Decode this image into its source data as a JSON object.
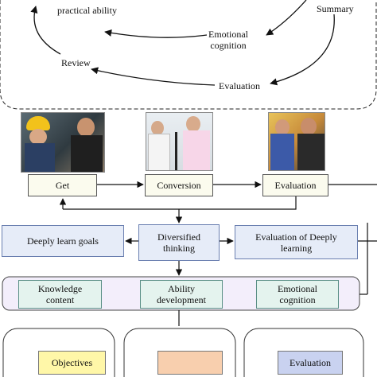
{
  "top_cycle": {
    "practical_ability": "practical ability",
    "summary": "Summary",
    "emotional_cognition": "Emotional\ncognition",
    "review": "Review",
    "evaluation": "Evaluation"
  },
  "process_row": {
    "get": "Get",
    "conversion": "Conversion",
    "evaluation": "Evaluation"
  },
  "middle_row": {
    "deeply_learn_goals": "Deeply learn goals",
    "diversified_thinking": "Diversified\nthinking",
    "evaluation_of_deeply_learning": "Evaluation of Deeply\nlearning"
  },
  "content_row": {
    "knowledge_content": "Knowledge\ncontent",
    "ability_development": "Ability\ndevelopment",
    "emotional_cognition": "Emotional\ncognition"
  },
  "bottom_row": {
    "objectives": "Objectives",
    "evaluation": "Evaluation"
  },
  "colors": {
    "line": "#111111",
    "cream_box": "#fbfbee",
    "blue_box": "#e6ecf8",
    "teal_box": "#e4f3ee",
    "lilac_band": "#f3eefb",
    "yellow_box": "#fff7a8",
    "peach_box": "#f8cfae",
    "lavender_box": "#c9d2f0"
  }
}
